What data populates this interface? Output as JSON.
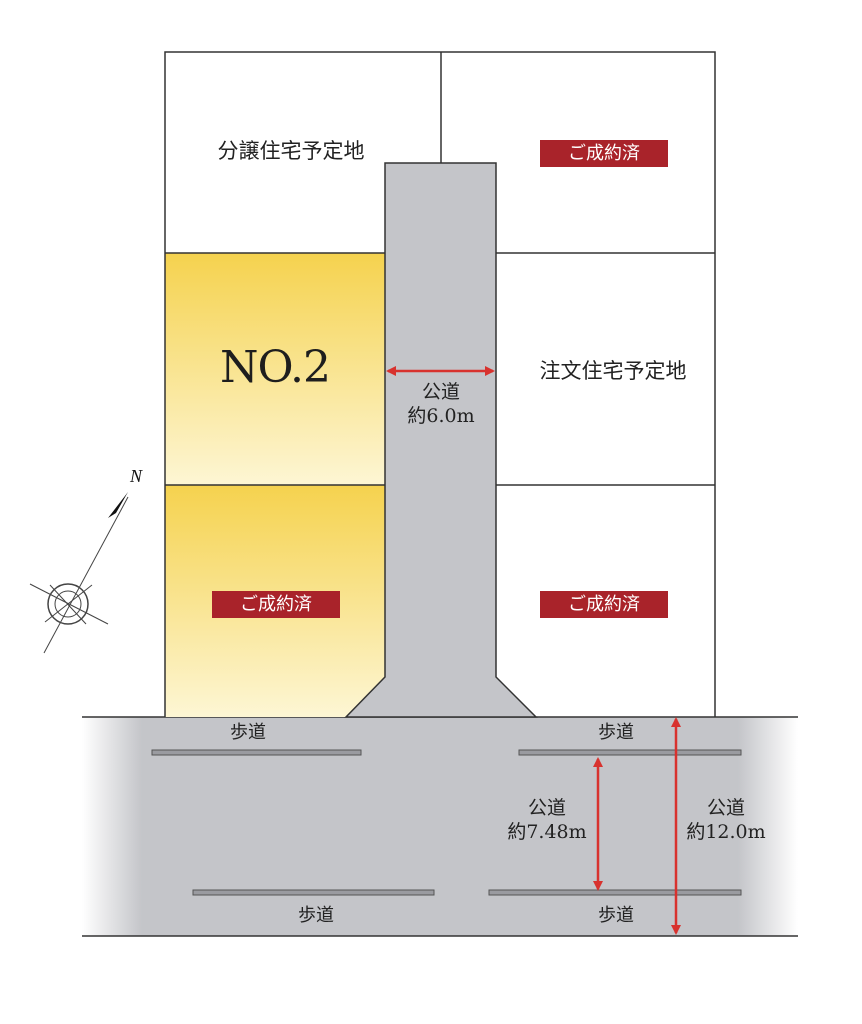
{
  "lots": {
    "top_left": "分譲住宅予定地",
    "top_right_badge": "ご成約済",
    "right_mid": "注文住宅予定地",
    "left_mid": "NO.2",
    "left_lower_badge": "ご成約済",
    "right_lower_badge": "ご成約済"
  },
  "roads": {
    "cul_de_sac_name": "公道",
    "cul_de_sac_width": "約6.0m",
    "main_road_carriageway_name": "公道",
    "main_road_carriageway_width": "約7.48m",
    "main_road_total_name": "公道",
    "main_road_total_width": "約12.0m"
  },
  "sidewalks": {
    "top_left": "歩道",
    "top_right": "歩道",
    "bottom_left": "歩道",
    "bottom_right": "歩道"
  },
  "compass": {
    "north_label": "N"
  },
  "colors": {
    "road": "#c4c5c9",
    "lot_highlight_top": "#f5d24e",
    "lot_highlight_bottom": "#fdf6d4",
    "arrow": "#d8322e",
    "sold_badge": "#a9232a"
  }
}
